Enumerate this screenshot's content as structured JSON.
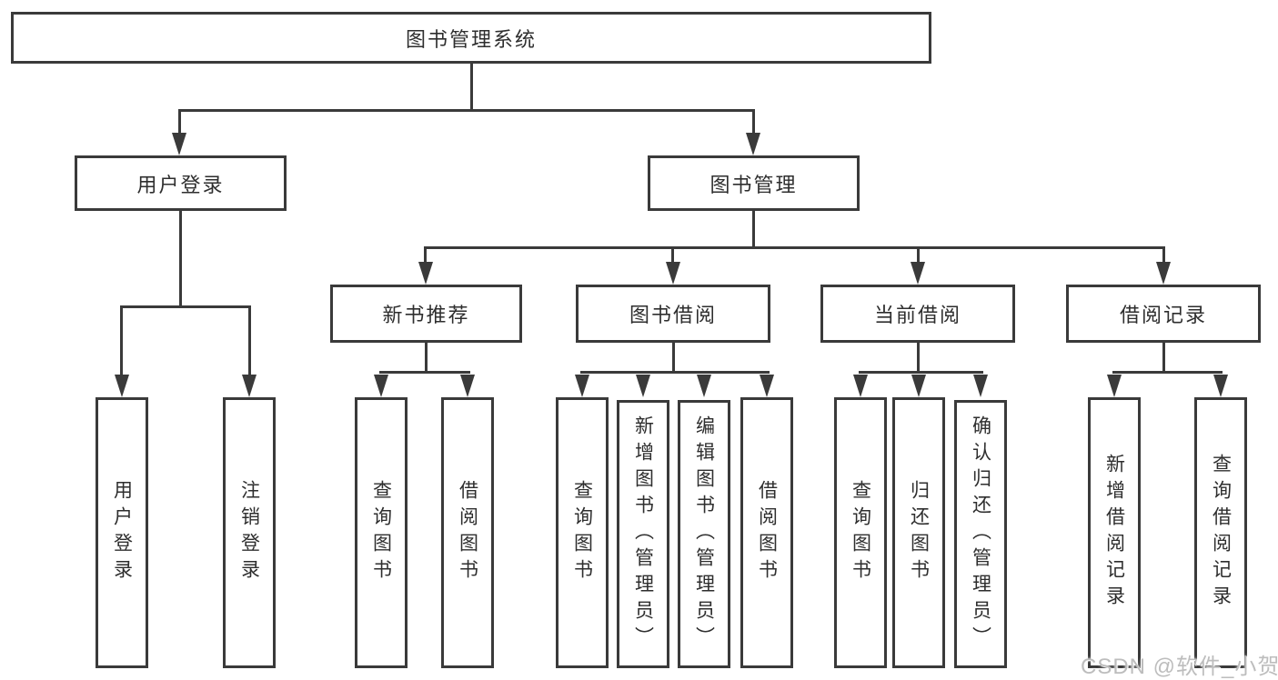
{
  "tree": {
    "root": "图书管理系统",
    "children": [
      {
        "label": "用户登录",
        "children": [
          "用户登录",
          "注销登录"
        ]
      },
      {
        "label": "图书管理",
        "children": [
          {
            "label": "新书推荐",
            "children": [
              "查询图书",
              "借阅图书"
            ]
          },
          {
            "label": "图书借阅",
            "children": [
              "查询图书",
              "新增图书（管理员）",
              "编辑图书（管理员）",
              "借阅图书"
            ]
          },
          {
            "label": "当前借阅",
            "children": [
              "查询图书",
              "归还图书",
              "确认归还（管理员）"
            ]
          },
          {
            "label": "借阅记录",
            "children": [
              "新增借阅记录",
              "查询借阅记录"
            ]
          }
        ]
      }
    ]
  },
  "colors": {
    "line": "#3a3a3a",
    "text": "#2e2e2e",
    "watermark": "#bdbdbd"
  },
  "watermark": "CSDN @软件_小贺同学"
}
